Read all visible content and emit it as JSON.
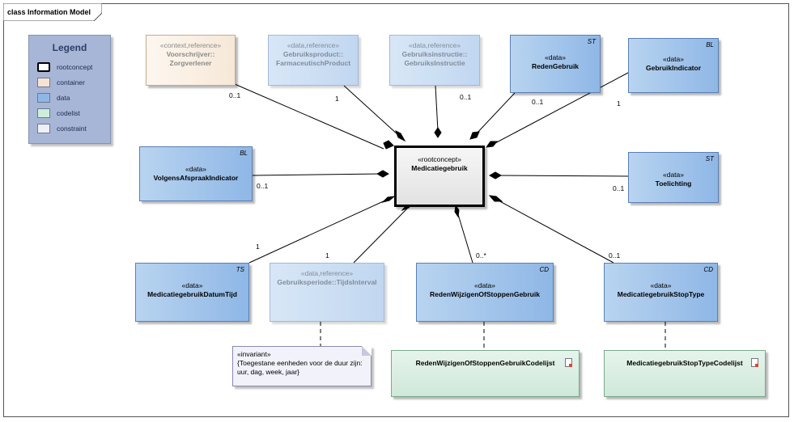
{
  "diagram": {
    "title": "class Information Model",
    "legend": {
      "title": "Legend",
      "items": [
        {
          "label": "rootconcept",
          "color": "#ffffff"
        },
        {
          "label": "container",
          "color": "#f7e3d2"
        },
        {
          "label": "data",
          "color": "#8fb7e6"
        },
        {
          "label": "codelist",
          "color": "#cdeed8"
        },
        {
          "label": "constraint",
          "color": "#eef0f8"
        }
      ]
    },
    "root": {
      "stereotype": "«rootconcept»",
      "name": "Medicatiegebruik"
    },
    "classes": {
      "voorschrijver": {
        "stereotype": "«context,reference»",
        "name1": "Voorschrijver::",
        "name2": "Zorgverlener",
        "mult": "0..1"
      },
      "gebruiksproduct": {
        "stereotype": "«data,reference»",
        "name1": "Gebruiksproduct::",
        "name2": "FarmaceutischProduct",
        "mult": "1"
      },
      "gebruiksinstructie": {
        "stereotype": "«data,reference»",
        "name1": "Gebruiksinstructie::",
        "name2": "GebruiksInstructie",
        "mult": "0..1"
      },
      "redengebruik": {
        "stereotype": "«data»",
        "name": "RedenGebruik",
        "tag": "ST",
        "mult": "0..1"
      },
      "gebruikindicator": {
        "stereotype": "«data»",
        "name": "GebruikIndicator",
        "tag": "BL",
        "mult": "1"
      },
      "volgensafspraak": {
        "stereotype": "«data»",
        "name": "VolgensAfspraakIndicator",
        "tag": "BL",
        "mult": "0..1"
      },
      "toelichting": {
        "stereotype": "«data»",
        "name": "Toelichting",
        "tag": "ST",
        "mult": "0..1"
      },
      "datumtijd": {
        "stereotype": "«data»",
        "name": "MedicatiegebruikDatumTijd",
        "tag": "TS",
        "mult": "1"
      },
      "gebruiksperiode": {
        "stereotype": "«data,reference»",
        "name": "Gebruiksperiode::TijdsInterval",
        "mult": "1"
      },
      "redenwijzigen": {
        "stereotype": "«data»",
        "name": "RedenWijzigenOfStoppenGebruik",
        "tag": "CD",
        "mult": "0..*"
      },
      "stoptype": {
        "stereotype": "«data»",
        "name": "MedicatiegebruikStopType",
        "tag": "CD",
        "mult": "0..1"
      }
    },
    "codelists": {
      "redenwijzigen": "RedenWijzigenOfStoppenGebruikCodelijst",
      "stoptype": "MedicatiegebruikStopTypeCodelijst"
    },
    "note": {
      "line1": "«invariant»",
      "line2": "{Toegestane eenheden voor de duur zijn:",
      "line3": "uur, dag, week, jaar}"
    }
  }
}
